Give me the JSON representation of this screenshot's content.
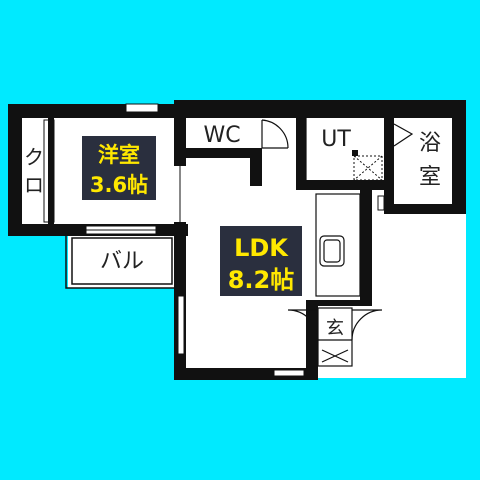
{
  "floorplan": {
    "rooms": {
      "western_room": {
        "name": "洋室",
        "size": "3.6帖"
      },
      "ldk": {
        "name": "LDK",
        "size": "8.2帖"
      },
      "closet": {
        "c1": "ク",
        "c2": "ロ"
      },
      "balcony": "バル",
      "wc": "WC",
      "utility": "UT",
      "bath": {
        "c1": "浴",
        "c2": "室"
      },
      "entrance": "玄"
    },
    "colors": {
      "background": "#00eaff",
      "wall": "#111111",
      "floor": "#ffffff",
      "label_bg": "#2a2f3e",
      "label_text": "#ffe800"
    }
  }
}
